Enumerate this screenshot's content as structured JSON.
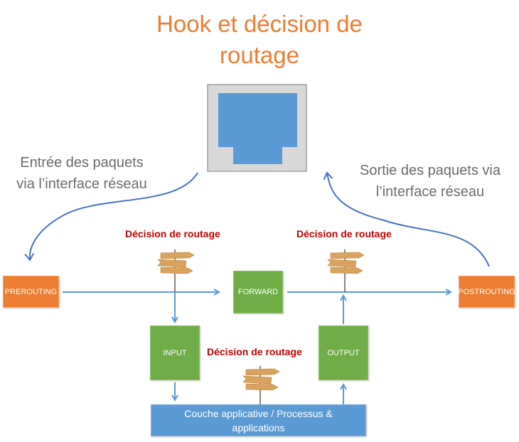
{
  "title": {
    "line1": "Hook et décision de",
    "line2": "routage"
  },
  "annotations": {
    "entry": {
      "line1": "Entrée des paquets",
      "line2": "via l’interface réseau"
    },
    "exit": {
      "line1": "Sortie des paquets via",
      "line2": "l’interface réseau"
    }
  },
  "decision_labels": [
    "Décision de routage",
    "Décision de routage",
    "Décision de routage"
  ],
  "hooks": {
    "prerouting": "PREROUTING",
    "forward": "FORWARD",
    "postrouting": "POSTROUTING",
    "input": "INPUT",
    "output": "OUTPUT"
  },
  "app_layer": {
    "line1": "Couche applicative / Processus &",
    "line2": "applications"
  },
  "colors": {
    "title": "#ED7D31",
    "hook_orange": "#ED7D31",
    "hook_green": "#70AD47",
    "app_blue": "#5B9BD5",
    "arrow_blue": "#5B9BD5",
    "curve_blue": "#4472C4",
    "decision_red": "#C00000",
    "nic_gray": "#D9D9D9"
  },
  "icons": {
    "network_interface": "ethernet-port-icon",
    "signpost": "signpost-icon"
  }
}
